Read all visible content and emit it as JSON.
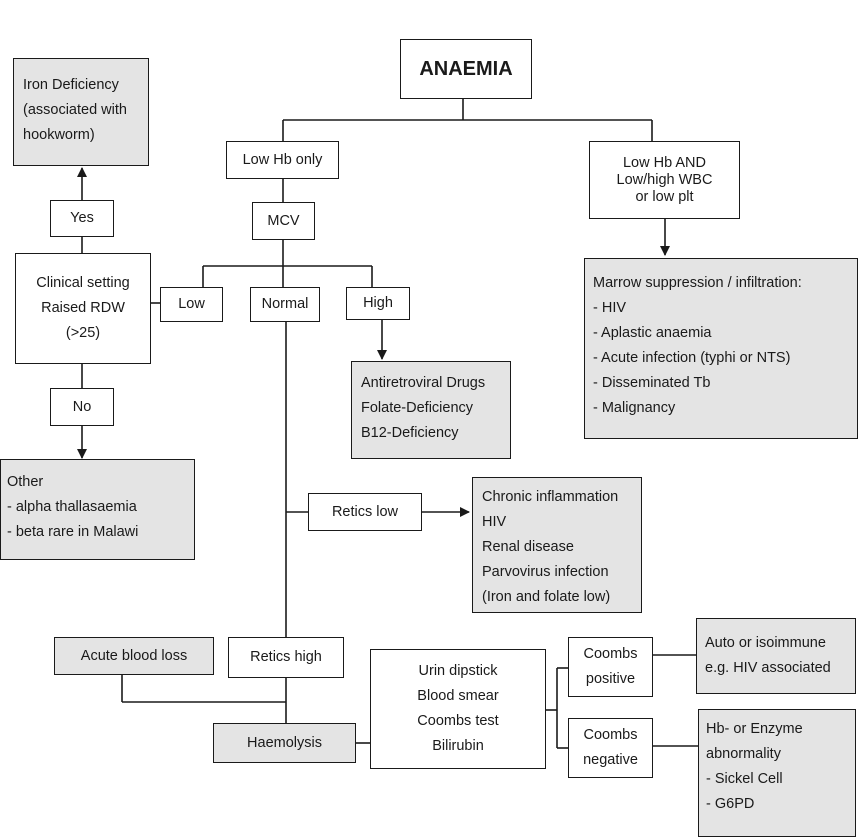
{
  "nodes": {
    "anaemia": "ANAEMIA",
    "low_hb_only": "Low Hb only",
    "mcv": "MCV",
    "low_hb_and": [
      "Low Hb AND",
      "Low/high WBC",
      "or low plt"
    ],
    "iron_deficiency": [
      "Iron Deficiency",
      "(associated with",
      "hookworm)"
    ],
    "yes": "Yes",
    "clinical_setting": [
      "Clinical setting",
      "Raised RDW",
      "(>25)"
    ],
    "no": "No",
    "other": [
      "Other",
      "- alpha thallasaemia",
      "- beta rare in Malawi"
    ],
    "low": "Low",
    "normal": "Normal",
    "high": "High",
    "antiretroviral": [
      "Antiretroviral Drugs",
      "Folate-Deficiency",
      "B12-Deficiency"
    ],
    "marrow": [
      "Marrow suppression / infiltration:",
      "- HIV",
      "- Aplastic anaemia",
      "- Acute infection (typhi or NTS)",
      "- Disseminated Tb",
      "- Malignancy"
    ],
    "retics_low": "Retics low",
    "chronic": [
      "Chronic inflammation",
      "HIV",
      "Renal disease",
      "Parvovirus infection",
      "(Iron and folate low)"
    ],
    "acute_blood_loss": "Acute blood loss",
    "retics_high": "Retics high",
    "haemolysis": "Haemolysis",
    "tests": [
      "Urin dipstick",
      "Blood smear",
      "Coombs test",
      "Bilirubin"
    ],
    "coombs_positive": [
      "Coombs",
      "positive"
    ],
    "coombs_negative": [
      "Coombs",
      "negative"
    ],
    "auto_isoimmune": [
      "Auto or isoimmune",
      "e.g. HIV associated"
    ],
    "hb_enzyme": [
      "Hb- or Enzyme",
      "abnormality",
      "- Sickel Cell",
      "- G6PD"
    ]
  },
  "colors": {
    "line": "#1a1a1a",
    "grey_fill": "#e4e4e4",
    "white_fill": "#ffffff"
  }
}
